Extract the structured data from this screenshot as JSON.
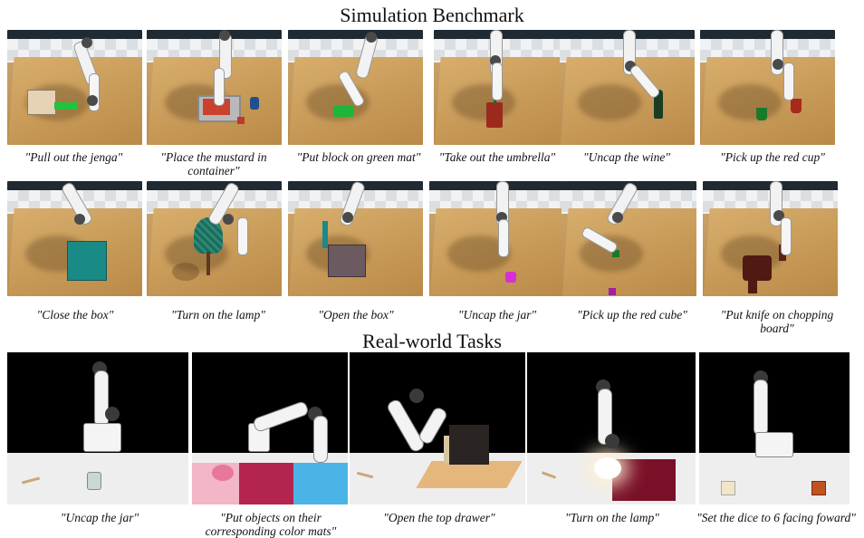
{
  "headings": {
    "simulation": "Simulation Benchmark",
    "real": "Real-world Tasks"
  },
  "sim_row1": [
    {
      "caption": "\"Pull out the jenga\""
    },
    {
      "caption": "\"Place the mustard in container\""
    },
    {
      "caption": "\"Put block on green mat\""
    },
    {
      "caption": "\"Take out the umbrella\""
    },
    {
      "caption": "\"Uncap the wine\""
    },
    {
      "caption": "\"Pick up the red cup\""
    }
  ],
  "sim_row2": [
    {
      "caption": "\"Close the box\""
    },
    {
      "caption": "\"Turn on the lamp\""
    },
    {
      "caption": "\"Open the box\""
    },
    {
      "caption": "\"Uncap the jar\""
    },
    {
      "caption": "\"Pick up the red cube\""
    },
    {
      "caption": "\"Put knife on chopping board\""
    }
  ],
  "real": [
    {
      "caption": "\"Uncap the jar\""
    },
    {
      "caption": "\"Put objects on their corresponding color mats\""
    },
    {
      "caption": "\"Open the top drawer\""
    },
    {
      "caption": "\"Turn on the lamp\""
    },
    {
      "caption": "\"Set the dice to 6 facing foward\""
    }
  ],
  "colors": {
    "table": "#c49556",
    "wall": "#1f2a33",
    "green_mat": "#1db53a",
    "red": "#c0392b",
    "teal": "#1a8a86",
    "magenta": "#d62fd6"
  }
}
